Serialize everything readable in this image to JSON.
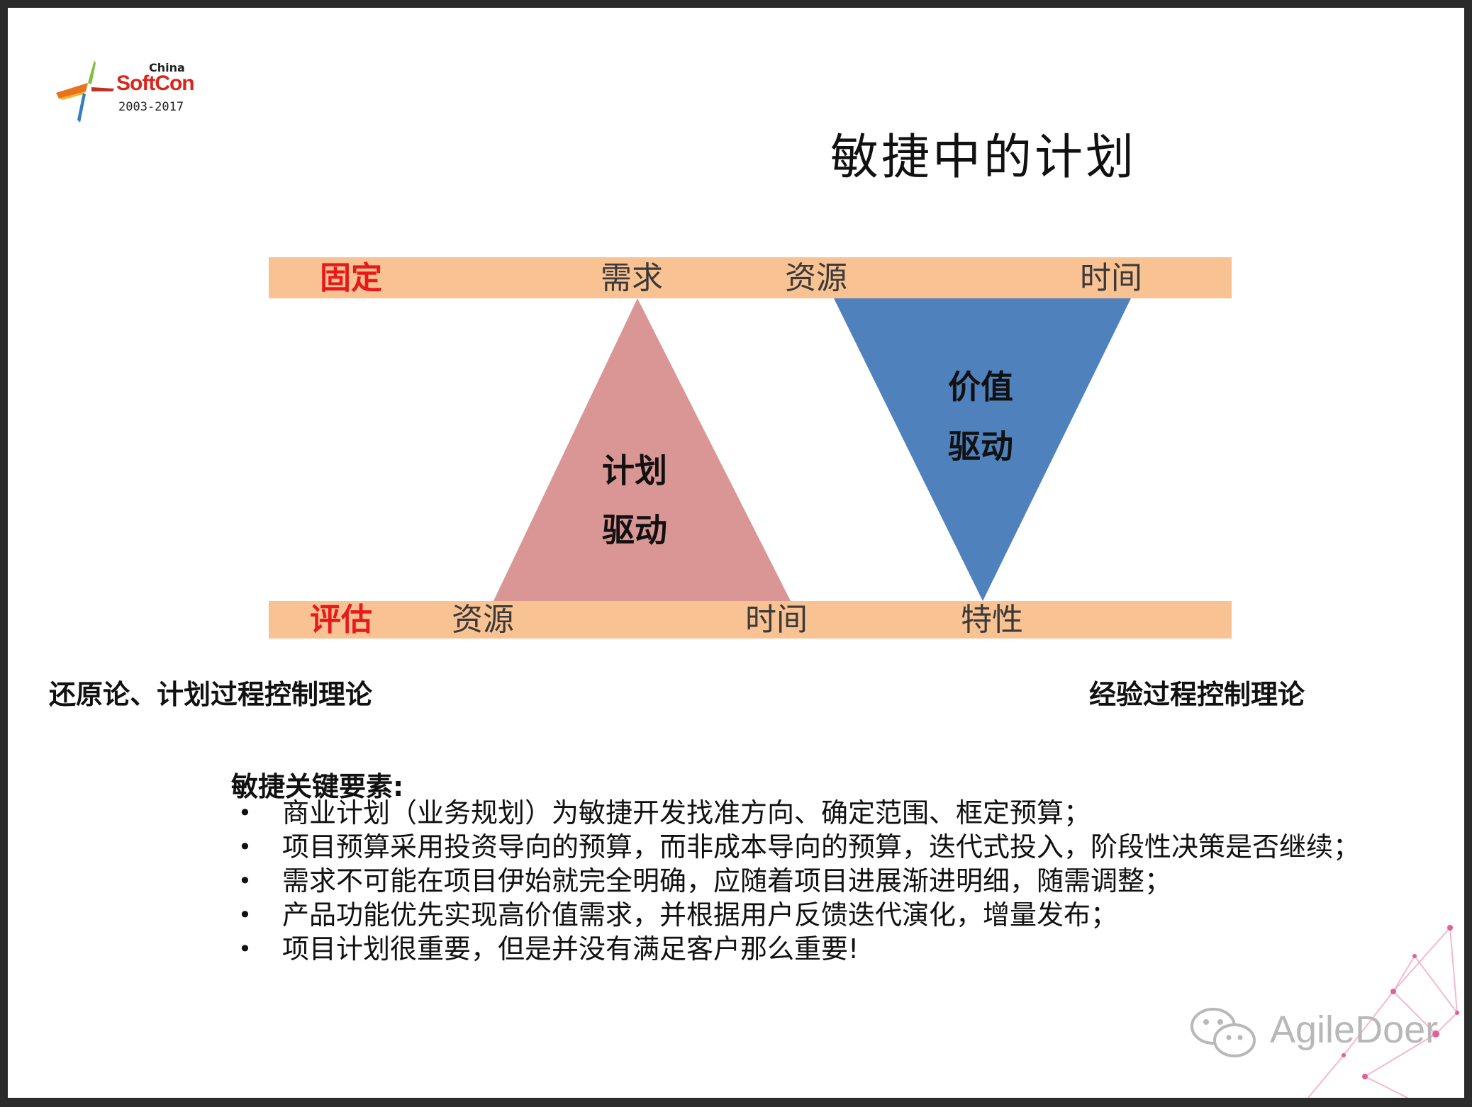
{
  "logo": {
    "china": "China",
    "brand": "SoftCon",
    "years": "2003-2017"
  },
  "title": "敏捷中的计划",
  "fixed_band": {
    "label": "固定",
    "items": [
      "需求",
      "资源",
      "时间"
    ]
  },
  "estimate_band": {
    "label": "评估",
    "items": [
      "资源",
      "时间",
      "特性"
    ]
  },
  "plan_triangle": {
    "line1": "计划",
    "line2": "驱动",
    "color": "#d99694"
  },
  "value_triangle": {
    "line1": "价值",
    "line2": "驱动",
    "color": "#4f81bd"
  },
  "theories": {
    "left": "还原论、计划过程控制理论",
    "right": "经验过程控制理论"
  },
  "key_elements": {
    "title": "敏捷关键要素:",
    "bullet_symbol": "•",
    "items": [
      "商业计划（业务规划）为敏捷开发找准方向、确定范围、框定预算；",
      "项目预算采用投资导向的预算，而非成本导向的预算，迭代式投入，阶段性决策是否继续；",
      "需求不可能在项目伊始就完全明确，应随着项目进展渐进明细，随需调整；",
      "产品功能优先实现高价值需求，并根据用户反馈迭代演化，增量发布；",
      "项目计划很重要，但是并没有满足客户那么重要!"
    ]
  },
  "watermark": {
    "text": "AgileDoer"
  },
  "colors": {
    "band": "#f9c292",
    "label_red": "#e8191c"
  }
}
